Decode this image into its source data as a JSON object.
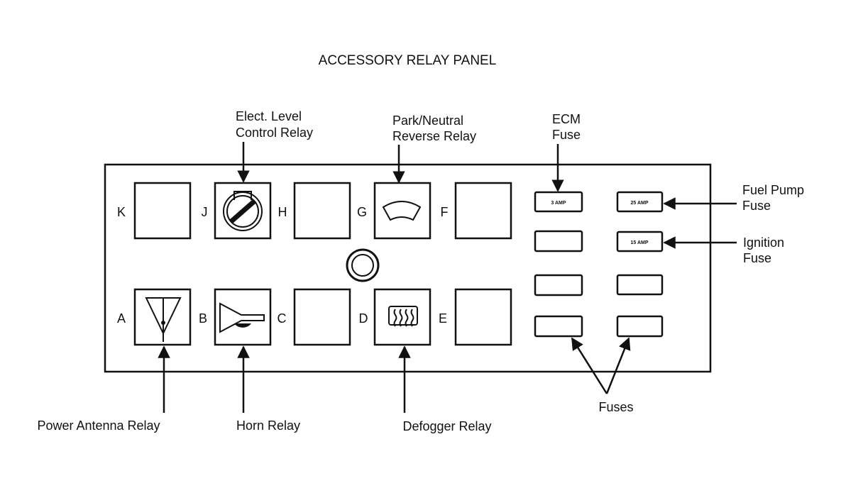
{
  "title": "ACCESSORY RELAY PANEL",
  "callouts": {
    "elect_level": [
      "Elect. Level",
      "Control Relay"
    ],
    "park_neutral": [
      "Park/Neutral",
      "Reverse Relay"
    ],
    "ecm_fuse": [
      "ECM",
      "Fuse"
    ],
    "fuel_pump": [
      "Fuel Pump",
      "Fuse"
    ],
    "ignition": [
      "Ignition",
      "Fuse"
    ],
    "power_antenna": "Power Antenna Relay",
    "horn": "Horn Relay",
    "defogger": "Defogger Relay",
    "fuses": "Fuses"
  },
  "positions": {
    "top": [
      "K",
      "J",
      "H",
      "G",
      "F"
    ],
    "bottom": [
      "A",
      "B",
      "C",
      "D",
      "E"
    ]
  },
  "fuse_labels": {
    "ecm": "3 AMP",
    "fuel_pump": "25 AMP",
    "ignition": "15 AMP"
  },
  "icons": {
    "J": "level-control-icon",
    "G": "park-neutral-icon",
    "A": "antenna-icon",
    "B": "horn-icon",
    "D": "defogger-icon",
    "center": "grommet-icon"
  }
}
